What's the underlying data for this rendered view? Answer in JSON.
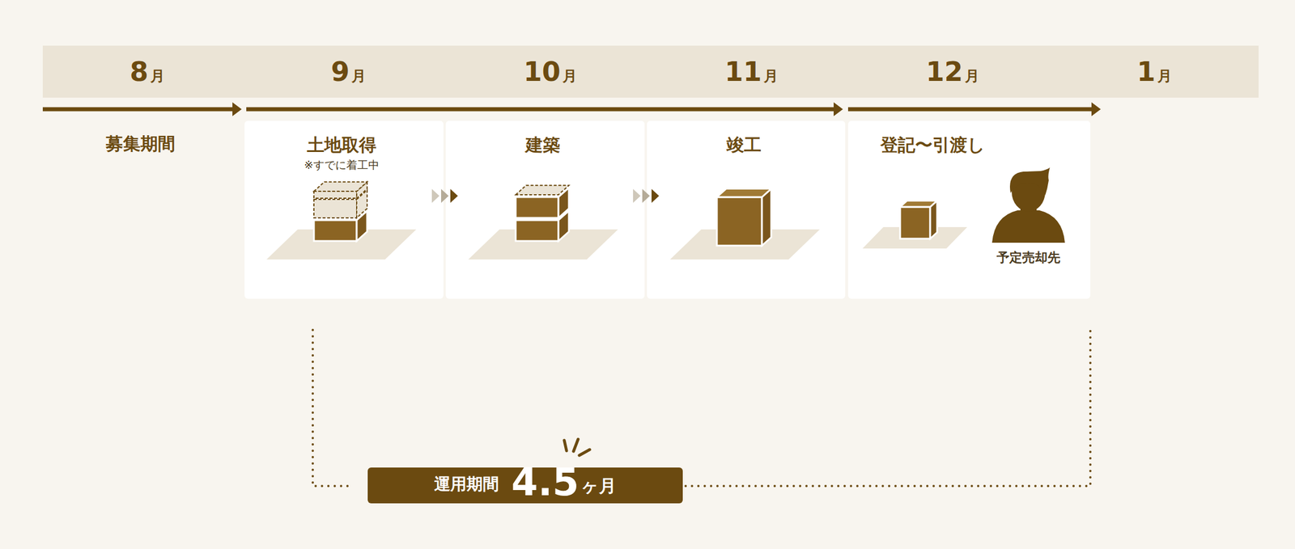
{
  "diagram": {
    "nodes": [
      {
        "text": [
          "8月"
        ]
      },
      {
        "text": [
          "9月"
        ]
      },
      {
        "text": [
          "10月"
        ]
      },
      {
        "text": [
          "11月"
        ]
      },
      {
        "text": [
          "12月"
        ]
      },
      {
        "text": [
          "1月"
        ]
      },
      {
        "text": [
          "土地取得",
          "※すでに着工中"
        ]
      },
      {
        "text": [
          "建築"
        ]
      },
      {
        "text": [
          "竣工"
        ]
      },
      {
        "text": [
          "登記〜引渡し",
          "予定売却先"
        ]
      },
      {
        "text": [
          "運用期間",
          "4.5",
          "ヶ月"
        ]
      }
    ],
    "edges": [
      {
        "from": 6,
        "to": 7,
        "arrow": "to"
      },
      {
        "from": 7,
        "to": 8,
        "arrow": "to"
      }
    ],
    "labels": [
      "募集期間"
    ]
  }
}
